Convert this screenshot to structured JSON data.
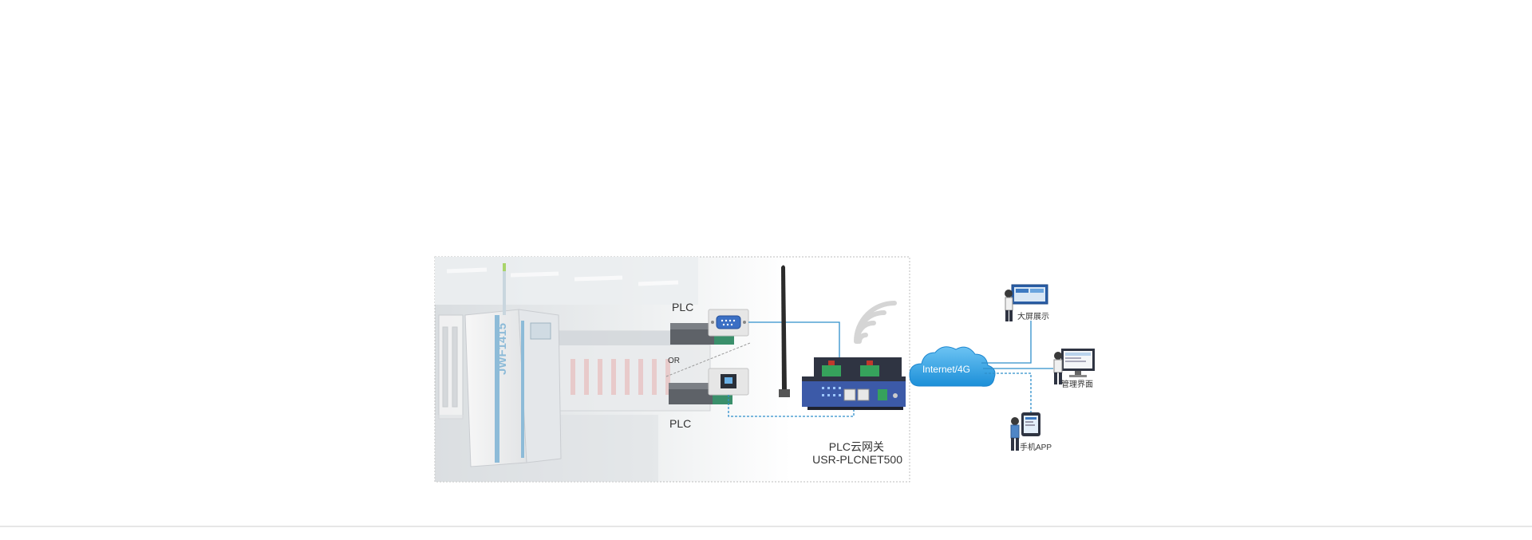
{
  "diagram": {
    "machine_label": "JWF1415",
    "plc_top_label": "PLC",
    "or_label": "OR",
    "plc_bottom_label": "PLC",
    "gateway_name": "PLC云网关",
    "gateway_model": "USR-PLCNET500",
    "cloud_label": "Internet/4G",
    "endpoints": {
      "big_screen": "大屏展示",
      "management": "管理界面",
      "mobile_app": "手机APP"
    }
  },
  "colors": {
    "link_blue": "#2f8fcb",
    "cloud_blue": "#2a9ee2",
    "frame_border": "#bdbdbd",
    "gateway_body": "#2f3442",
    "gateway_face": "#3c5aa8",
    "terminal_green": "#36a25c",
    "machine_accent": "#8dbbd8"
  }
}
